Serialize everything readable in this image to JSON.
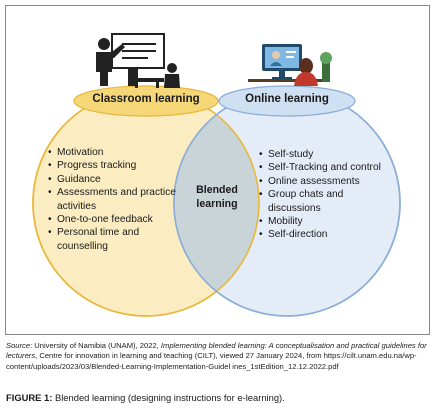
{
  "diagram": {
    "left_circle": {
      "title": "Classroom learning",
      "items": [
        "Motivation",
        "Progress tracking",
        "Guidance",
        "Assessments and practice activities",
        "One-to-one feedback",
        "Personal time and counselling"
      ]
    },
    "right_circle": {
      "title": "Online learning",
      "items": [
        "Self-study",
        "Self-Tracking and control",
        "Online assessments",
        "Group chats and discussions",
        "Mobility",
        "Self-direction"
      ]
    },
    "overlap_label_line1": "Blended",
    "overlap_label_line2": "learning",
    "colors": {
      "left_fill": "#fbecc2",
      "right_fill": "#e4edf7",
      "overlap_fill": "#c9d4d8",
      "left_stroke": "#e8b83a",
      "right_stroke": "#8aaed8",
      "left_header": "#f6d778",
      "right_header": "#cfe0f2"
    }
  },
  "caption": {
    "source_label": "Source",
    "source_text_1": ": University of Namibia (UNAM), 2022, ",
    "source_title": "Implementing blended learning: A conceptualisation and practical guidelines for lecturers",
    "source_text_2": ", Centre for innovation in learning and teaching (CILT), viewed 27 January 2024, from https://cilt.unam.edu.na/wp-content/uploads/2023/03/Blended-Learning-Implementation-Guidel ines_1stEdition_12.12.2022.pdf",
    "figure_label": "FIGURE 1:",
    "figure_text": " Blended learning (designing instructions for e-learning)."
  }
}
